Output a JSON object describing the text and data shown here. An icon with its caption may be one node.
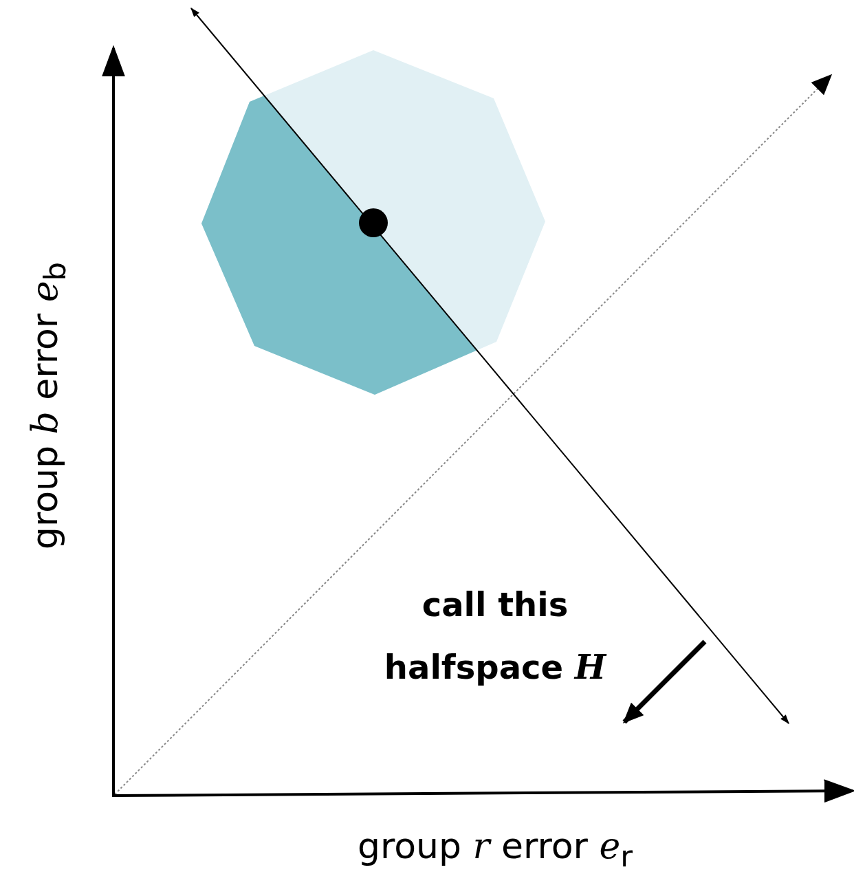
{
  "diagram": {
    "labels": [
      "group *b* error *e*$_{b}$",
      "group *r* error *e*$_{r}$",
      "call this halfspace *H*"
    ]
  }
}
